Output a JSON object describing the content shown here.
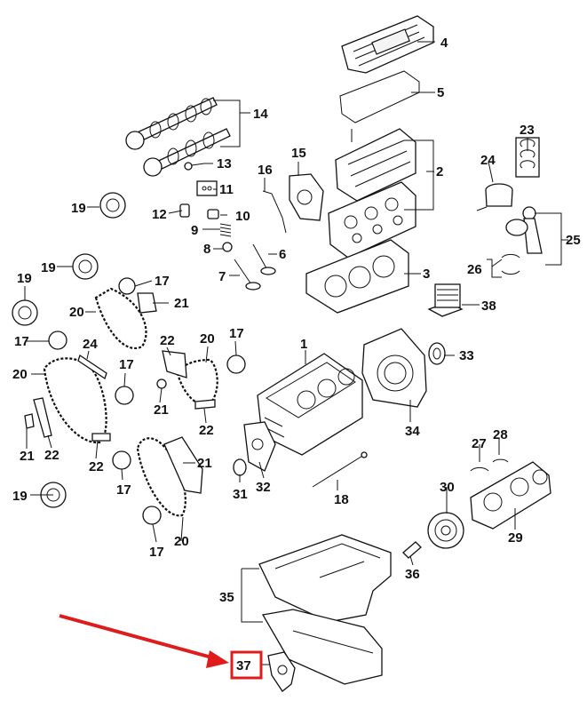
{
  "diagram": {
    "callouts": [
      "1",
      "2",
      "3",
      "4",
      "5",
      "6",
      "7",
      "8",
      "9",
      "10",
      "11",
      "12",
      "13",
      "14",
      "15",
      "16",
      "17",
      "18",
      "19",
      "20",
      "21",
      "22",
      "23",
      "24",
      "25",
      "26",
      "27",
      "28",
      "29",
      "30",
      "31",
      "32",
      "33",
      "34",
      "35",
      "36",
      "37",
      "38"
    ],
    "highlighted_callout": "37",
    "highlight_color": "#e01b1b",
    "line_color": "#111111"
  }
}
